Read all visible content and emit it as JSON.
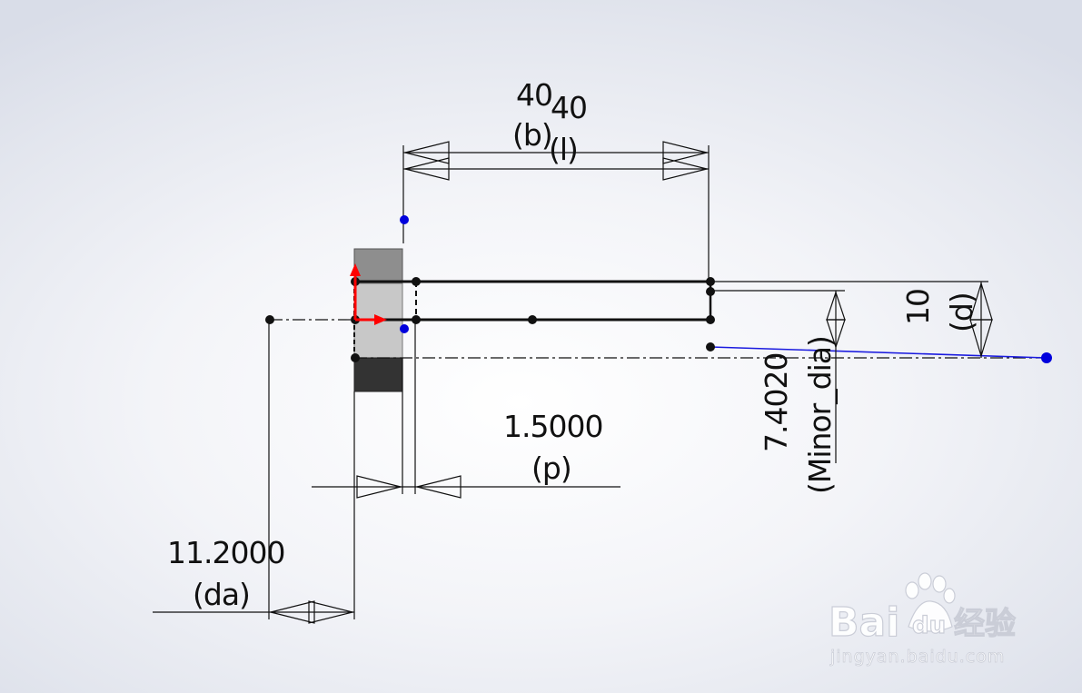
{
  "dimensions": {
    "b": {
      "value": "40",
      "label": "(b)"
    },
    "l": {
      "value": "40",
      "label": "(l)"
    },
    "p": {
      "value": "1.5000",
      "label": "(p)"
    },
    "da": {
      "value": "11.2000",
      "label": "(da)"
    },
    "d": {
      "value": "10",
      "label": "(d)"
    },
    "minor_dia": {
      "value": "7.4020",
      "label": "(Minor_dia)"
    }
  },
  "watermark": {
    "brand_left": "Bai",
    "brand_right": "du",
    "product": "经验",
    "url": "jingyan.baidu.com"
  },
  "colors": {
    "background": "#e8eaf0",
    "sketch_line": "#111111",
    "origin_axis": "#ff0000",
    "selected_point": "#0000dd",
    "part_dark": "#333333",
    "part_mid": "#8e8e8e",
    "part_light": "#c8c8c8"
  }
}
